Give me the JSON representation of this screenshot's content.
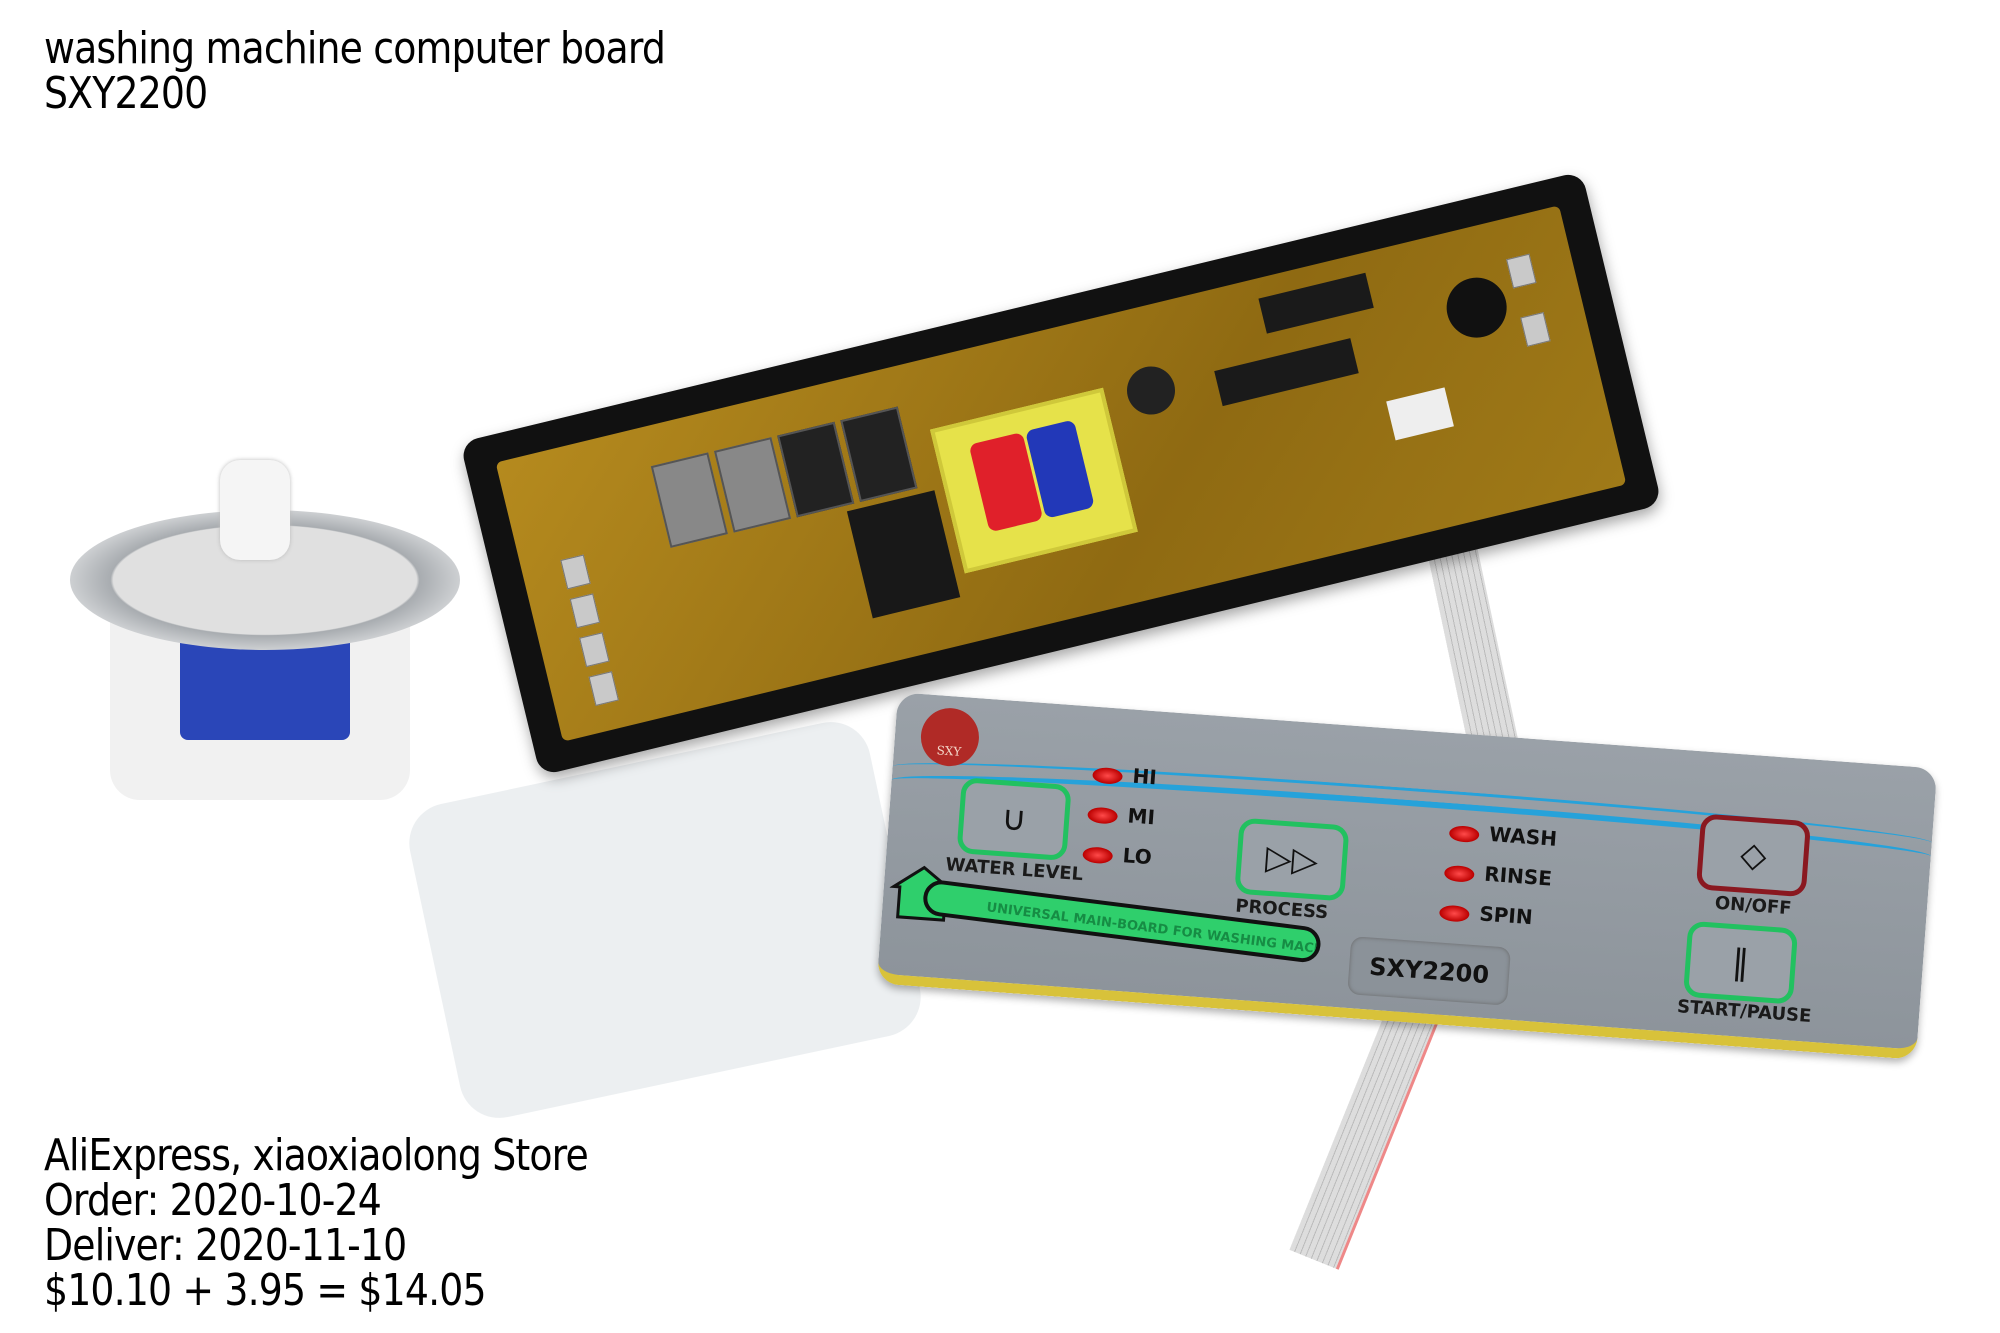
{
  "caption": {
    "title_line1": "washing machine computer board",
    "title_line2": "SXY2200"
  },
  "order_info": {
    "store": "AliExpress,  xiaoxiaolong Store",
    "order": "Order: 2020-10-24",
    "deliver": "Deliver: 2020-11-10",
    "price": "$10.10 + 3.95 = $14.05"
  },
  "panel": {
    "logo_text": "SXY",
    "water_level_label": "WATER LEVEL",
    "process_label": "PROCESS",
    "on_off_label": "ON/OFF",
    "start_pause_label": "START/PAUSE",
    "level_leds": [
      "HI",
      "MI",
      "LO"
    ],
    "stage_leds": [
      "WASH",
      "RINSE",
      "SPIN"
    ],
    "banner_text": "UNIVERSAL MAIN-BOARD FOR WASHING MACHINE",
    "model": "SXY2200",
    "colors": {
      "key_border": "#22c160",
      "power_border": "#8a1820",
      "led": "#e02020",
      "wave": "#1aa3e0"
    }
  }
}
